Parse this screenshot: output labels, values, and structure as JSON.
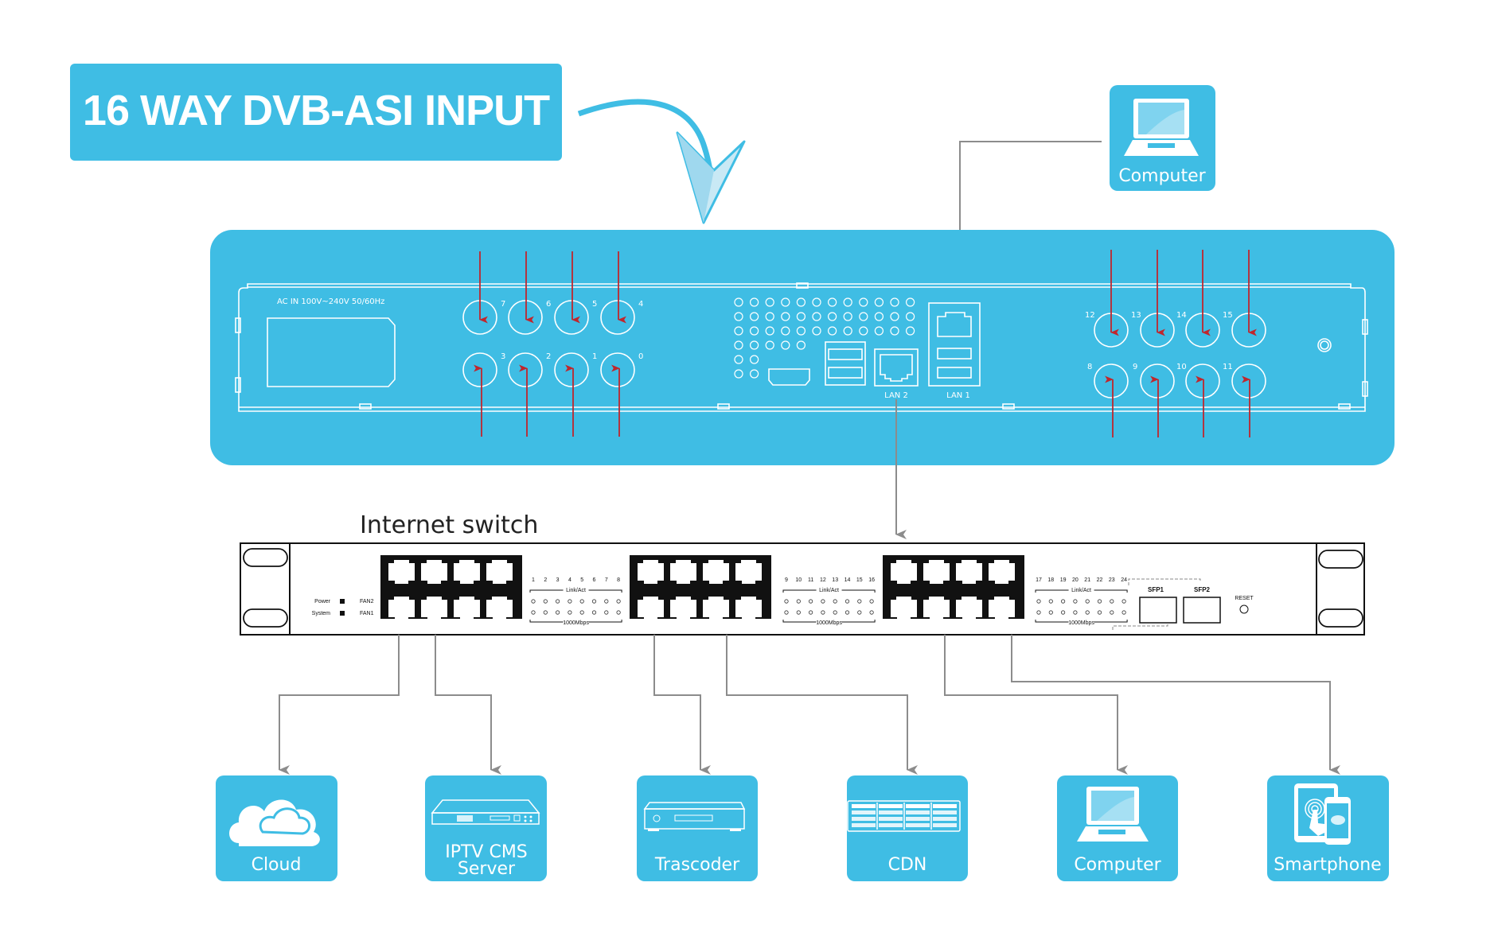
{
  "title": "16 WAY DVB-ASI INPUT",
  "colors": {
    "accent": "#3fbde4",
    "connector": "#8c8c8c",
    "input_arrow": "#c0262d",
    "switch_outline": "#111111"
  },
  "top_device": {
    "label": "Computer",
    "icon": "laptop-icon"
  },
  "encoder_panel": {
    "power_label": "AC IN 100V~240V 50/60Hz",
    "asi_ports_left_top": [
      "7",
      "6",
      "5",
      "4"
    ],
    "asi_ports_left_bottom": [
      "3",
      "2",
      "1",
      "0"
    ],
    "asi_ports_right_top": [
      "12",
      "13",
      "14",
      "15"
    ],
    "asi_ports_right_bottom": [
      "8",
      "9",
      "10",
      "11"
    ],
    "lan2_label": "LAN 2",
    "lan1_label": "LAN 1"
  },
  "switch": {
    "title": "Internet switch",
    "power_label": "Power",
    "system_label": "System",
    "fan2_label": "FAN2",
    "fan1_label": "FAN1",
    "groups": [
      {
        "ports": [
          "1",
          "2",
          "3",
          "4",
          "5",
          "6",
          "7",
          "8"
        ],
        "link_label": "Link/Act",
        "speed_label": "1000Mbps"
      },
      {
        "ports": [
          "9",
          "10",
          "11",
          "12",
          "13",
          "14",
          "15",
          "16"
        ],
        "link_label": "Link/Act",
        "speed_label": "1000Mbps"
      },
      {
        "ports": [
          "17",
          "18",
          "19",
          "20",
          "21",
          "22",
          "23",
          "24"
        ],
        "link_label": "Link/Act",
        "speed_label": "1000Mbps"
      }
    ],
    "sfp1_label": "SFP1",
    "sfp2_label": "SFP2",
    "reset_label": "RESET"
  },
  "destinations": [
    {
      "label": "Cloud",
      "icon": "cloud-icon"
    },
    {
      "label": "IPTV CMS",
      "label2": "Server",
      "icon": "rack-server-icon"
    },
    {
      "label": "Trascoder",
      "icon": "set-top-box-icon"
    },
    {
      "label": "CDN",
      "icon": "storage-array-icon"
    },
    {
      "label": "Computer",
      "icon": "laptop-icon"
    },
    {
      "label": "Smartphone",
      "icon": "tablet-phone-icon"
    }
  ]
}
